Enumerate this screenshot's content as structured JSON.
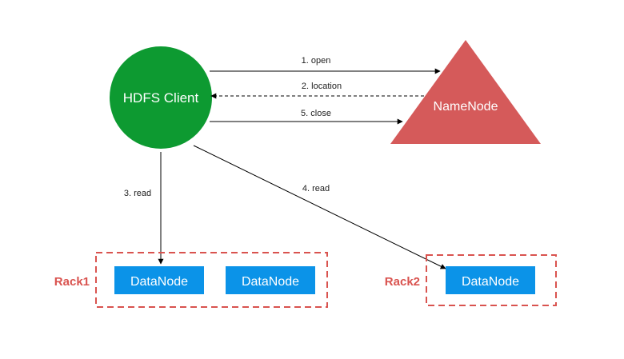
{
  "nodes": {
    "client": {
      "label": "HDFS Client",
      "color": "#0d9a31"
    },
    "namenode": {
      "label": "NameNode",
      "color": "#d55a5a"
    },
    "datanodes": [
      {
        "label": "DataNode"
      },
      {
        "label": "DataNode"
      },
      {
        "label": "DataNode"
      }
    ],
    "datanode_color": "#0b93e8"
  },
  "racks": [
    {
      "label": "Rack1"
    },
    {
      "label": "Rack2"
    }
  ],
  "rack_color": "#d9534f",
  "edges": {
    "open": "1. open",
    "location": "2. location",
    "read3": "3. read",
    "read4": "4. read",
    "close": "5. close"
  }
}
